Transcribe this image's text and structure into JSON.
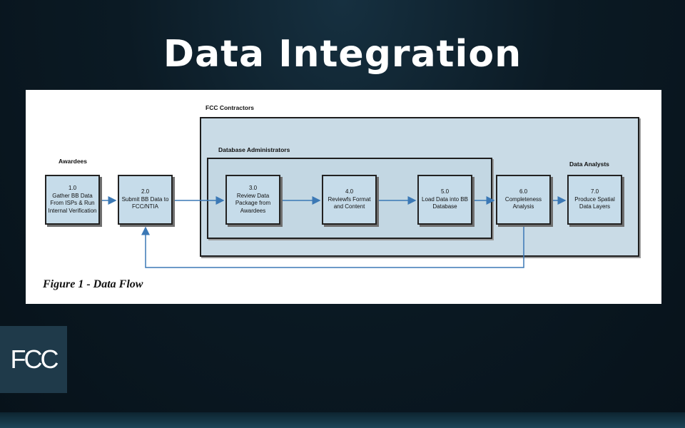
{
  "slide": {
    "title": "Data Integration"
  },
  "figure": {
    "caption": "Figure 1 - Data Flow",
    "groups": {
      "awardees": "Awardees",
      "fcc_contractors": "FCC Contractors",
      "database_administrators": "Database Administrators",
      "data_analysts": "Data Analysts"
    },
    "steps": [
      {
        "num": "1.0",
        "text": "Gather BB Data From ISPs & Run Internal Verification"
      },
      {
        "num": "2.0",
        "text": "Submit BB Data to FCC/NTIA"
      },
      {
        "num": "3.0",
        "text": "Review Data Package from Awardees"
      },
      {
        "num": "4.0",
        "text": "Reviewfs Format and Content"
      },
      {
        "num": "5.0",
        "text": "Load Data into BB Database"
      },
      {
        "num": "6.0",
        "text": "Completeness Analysis"
      },
      {
        "num": "7.0",
        "text": "Produce Spatial Data Layers"
      }
    ]
  },
  "logo": {
    "text": "FCC"
  },
  "colors": {
    "box_fill": "#c6dcea",
    "arrow": "#3b78b5",
    "background": "#0b1a24"
  }
}
